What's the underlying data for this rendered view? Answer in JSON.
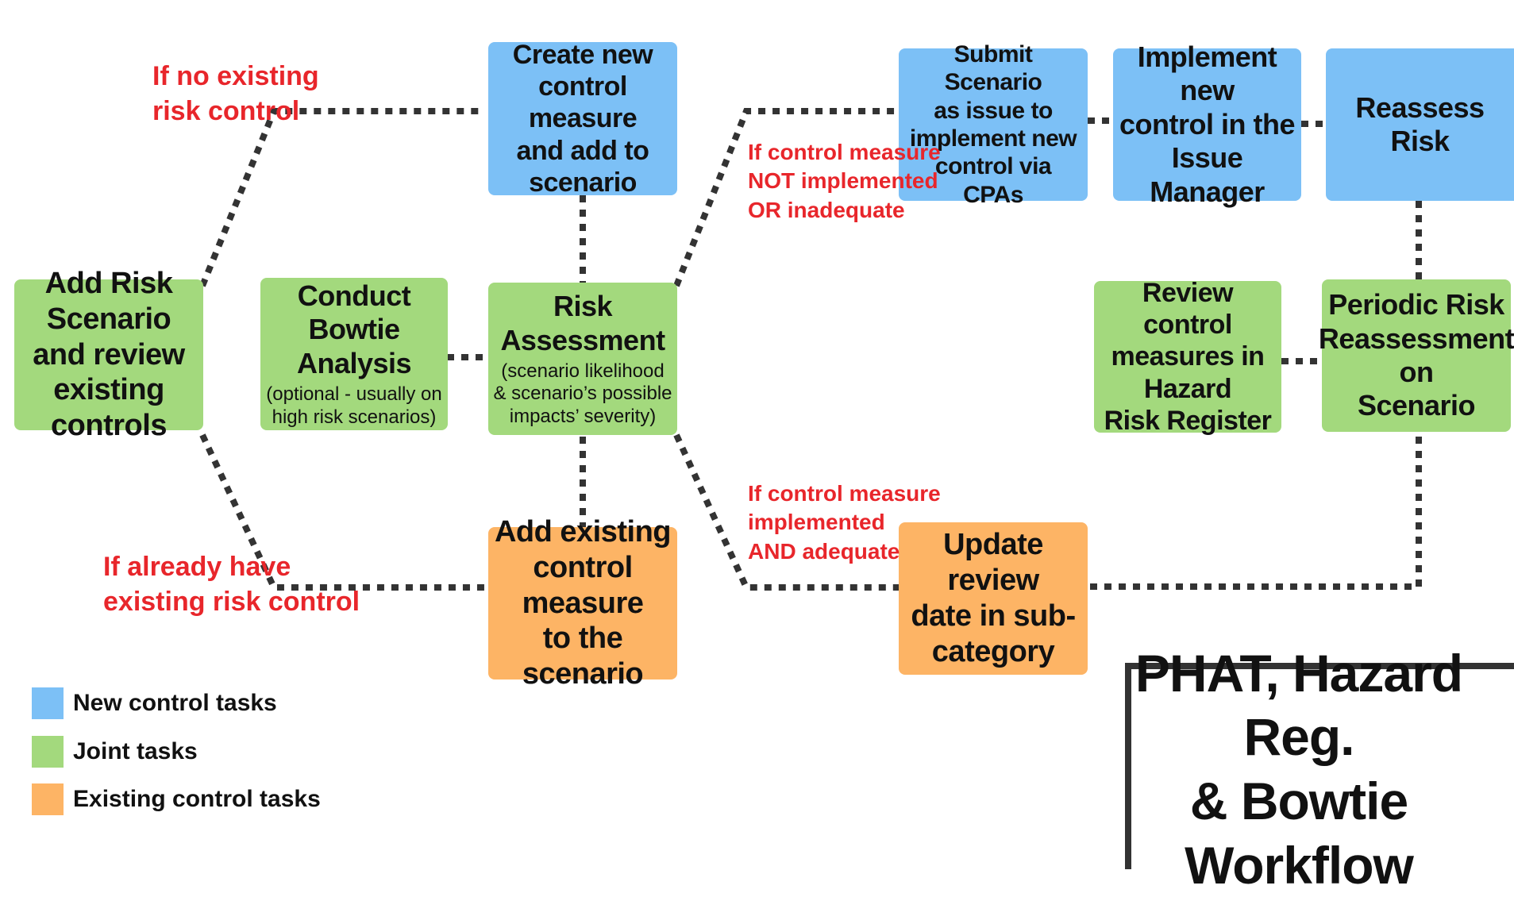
{
  "title": "PHAT, Hazard Reg.\n& Bowtie Workflow",
  "colors": {
    "new_control": "#7cc0f6",
    "joint": "#a3d97d",
    "existing_control": "#fdb465",
    "note_text": "#e8262b",
    "connector": "#333333"
  },
  "nodes": {
    "add_risk_scenario": "Add Risk Scenario\nand review\nexisting controls",
    "bowtie": {
      "title": "Conduct Bowtie\nAnalysis",
      "sub": "(optional - usually on\nhigh risk  scenarios)"
    },
    "risk_assessment": {
      "title": "Risk Assessment",
      "sub": "(scenario likelihood\n& scenario’s possible\nimpacts’ severity)"
    },
    "create_new_control": "Create new\ncontrol measure\nand add to scenario",
    "add_existing_control": "Add existing\ncontrol measure\nto the scenario",
    "submit_scenario": "Submit Scenario\nas issue to\nimplement new\ncontrol via CPAs",
    "implement_control": "Implement new\ncontrol in the\nIssue Manager",
    "reassess_risk": "Reassess Risk",
    "review_control": "Review control\nmeasures in Hazard\nRisk Register",
    "periodic_reassessment": "Periodic Risk\nReassessment on\nScenario",
    "update_review": "Update review\ndate in sub-\ncategory"
  },
  "notes": {
    "no_existing": "If no existing\nrisk control",
    "already_have": "If already have\nexisting risk control",
    "not_implemented": "If control measure\nNOT implemented\nOR inadequate",
    "implemented": "If control measure\nimplemented\nAND adequate"
  },
  "legend": [
    {
      "label": "New control tasks",
      "color": "#7cc0f6"
    },
    {
      "label": "Joint tasks",
      "color": "#a3d97d"
    },
    {
      "label": "Existing control tasks",
      "color": "#fdb465"
    }
  ]
}
